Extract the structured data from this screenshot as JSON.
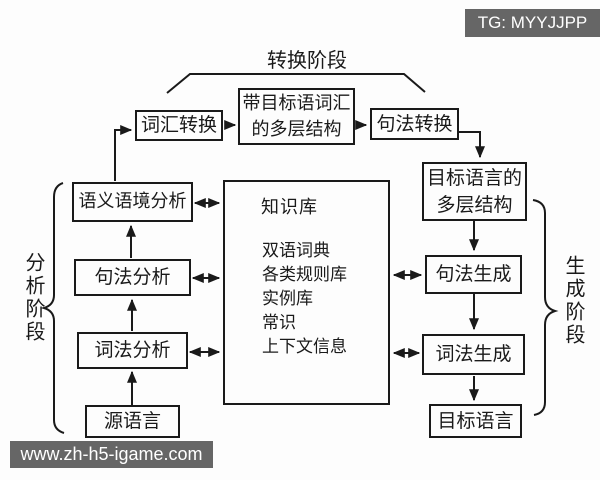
{
  "badge": {
    "text": "TG: MYYJJPP"
  },
  "watermark": {
    "text": "www.zh-h5-igame.com"
  },
  "phases": {
    "transform": "转换阶段",
    "analysis": "分析阶段",
    "generation": "生成阶段"
  },
  "nodes": {
    "lexical_transform": "词汇转换",
    "multilayer_with_target_lexicon": "带目标语词汇的多层结构",
    "syntax_transform": "句法转换",
    "target_language_multilayer": "目标语言的多层结构",
    "semantic_context_analysis": "语义语境分析",
    "syntax_analysis": "句法分析",
    "lexical_analysis": "词法分析",
    "source_language": "源语言",
    "syntax_generation": "句法生成",
    "lexical_generation": "词法生成",
    "target_language": "目标语言"
  },
  "knowledge_base": {
    "title": "知识库",
    "items": [
      "双语词典",
      "各类规则库",
      "实例库",
      "常识",
      "上下文信息"
    ]
  },
  "colors": {
    "line": "#1a1a1a",
    "overlay_bg": "#666666",
    "overlay_text": "#ffffff",
    "background": "#fdfdfd"
  }
}
